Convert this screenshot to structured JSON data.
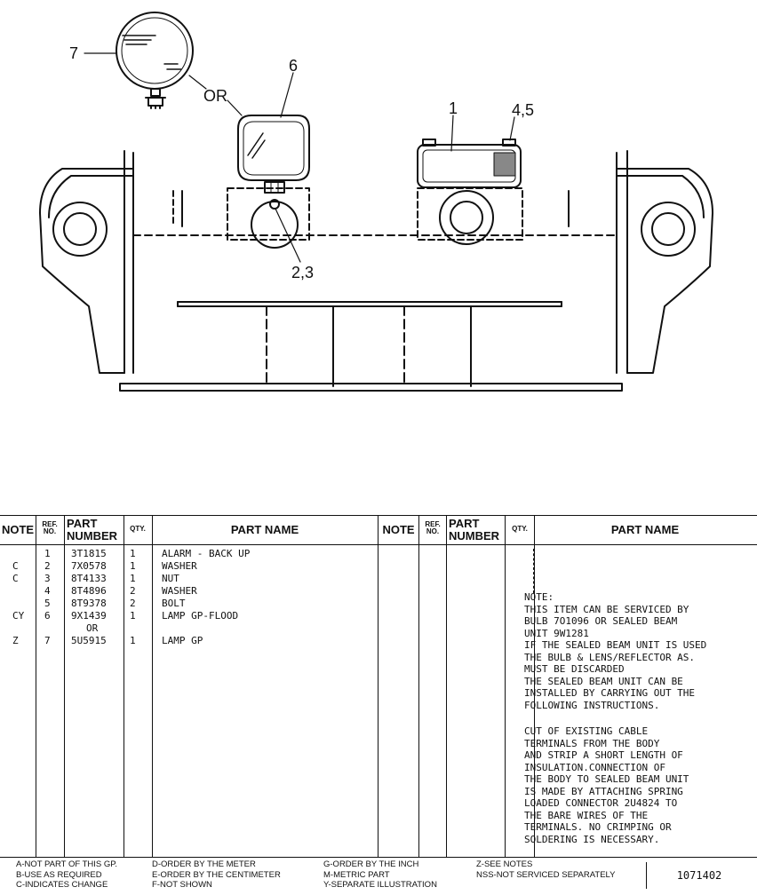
{
  "illustration": {
    "callouts": [
      "7",
      "OR",
      "6",
      "1",
      "4,5",
      "2,3"
    ]
  },
  "table": {
    "headers": {
      "note": "NOTE",
      "ref_no": "REF. NO.",
      "part_number": "PART NUMBER",
      "qty": "QTY.",
      "part_name": "PART NAME"
    },
    "rows": [
      {
        "note": "",
        "ref": "1",
        "part_number": "3T1815",
        "qty": "1",
        "part_name": "ALARM - BACK UP"
      },
      {
        "note": "C",
        "ref": "2",
        "part_number": "7X0578",
        "qty": "1",
        "part_name": "WASHER"
      },
      {
        "note": "C",
        "ref": "3",
        "part_number": "8T4133",
        "qty": "1",
        "part_name": "NUT"
      },
      {
        "note": "",
        "ref": "4",
        "part_number": "8T4896",
        "qty": "2",
        "part_name": "WASHER"
      },
      {
        "note": "",
        "ref": "5",
        "part_number": "8T9378",
        "qty": "2",
        "part_name": "BOLT"
      },
      {
        "note": "CY",
        "ref": "6",
        "part_number": "9X1439",
        "qty": "1",
        "part_name": "LAMP GP-FLOOD"
      },
      {
        "note": "",
        "ref": "",
        "part_number": "OR",
        "qty": "",
        "part_name": ""
      },
      {
        "note": "Z",
        "ref": "7",
        "part_number": "5U5915",
        "qty": "1",
        "part_name": "LAMP GP"
      }
    ],
    "note_paragraphs": [
      [
        "NOTE:",
        "THIS ITEM CAN BE SERVICED BY",
        "BULB 7O1096 OR SEALED BEAM",
        "UNIT 9W1281",
        "IF THE SEALED BEAM UNIT IS USED",
        "THE BULB & LENS/REFLECTOR AS.",
        "MUST BE DISCARDED",
        "THE SEALED BEAM UNIT CAN BE",
        "INSTALLED BY CARRYING OUT THE",
        "FOLLOWING INSTRUCTIONS."
      ],
      [
        "CUT OF EXISTING CABLE",
        "TERMINALS FROM THE BODY",
        "AND STRIP A SHORT LENGTH OF",
        "INSULATION.CONNECTION OF",
        "THE BODY TO SEALED BEAM UNIT",
        "IS MADE BY ATTACHING SPRING",
        "LOADED CONNECTOR 2U4824 TO",
        "THE BARE WIRES OF THE",
        "TERMINALS. NO CRIMPING OR",
        "SOLDERING IS NECESSARY."
      ]
    ]
  },
  "legend": {
    "col1": [
      "A-NOT PART OF THIS GP.",
      "B-USE AS REQUIRED",
      "C-INDICATES CHANGE"
    ],
    "col2": [
      "D-ORDER BY THE METER",
      "E-ORDER BY THE CENTIMETER",
      "F-NOT SHOWN"
    ],
    "col3": [
      "G-ORDER BY THE INCH",
      "M-METRIC PART",
      "Y-SEPARATE ILLUSTRATION"
    ],
    "col4": [
      "Z-SEE NOTES",
      "NSS-NOT SERVICED SEPARATELY"
    ],
    "doc_number": "1071402"
  }
}
